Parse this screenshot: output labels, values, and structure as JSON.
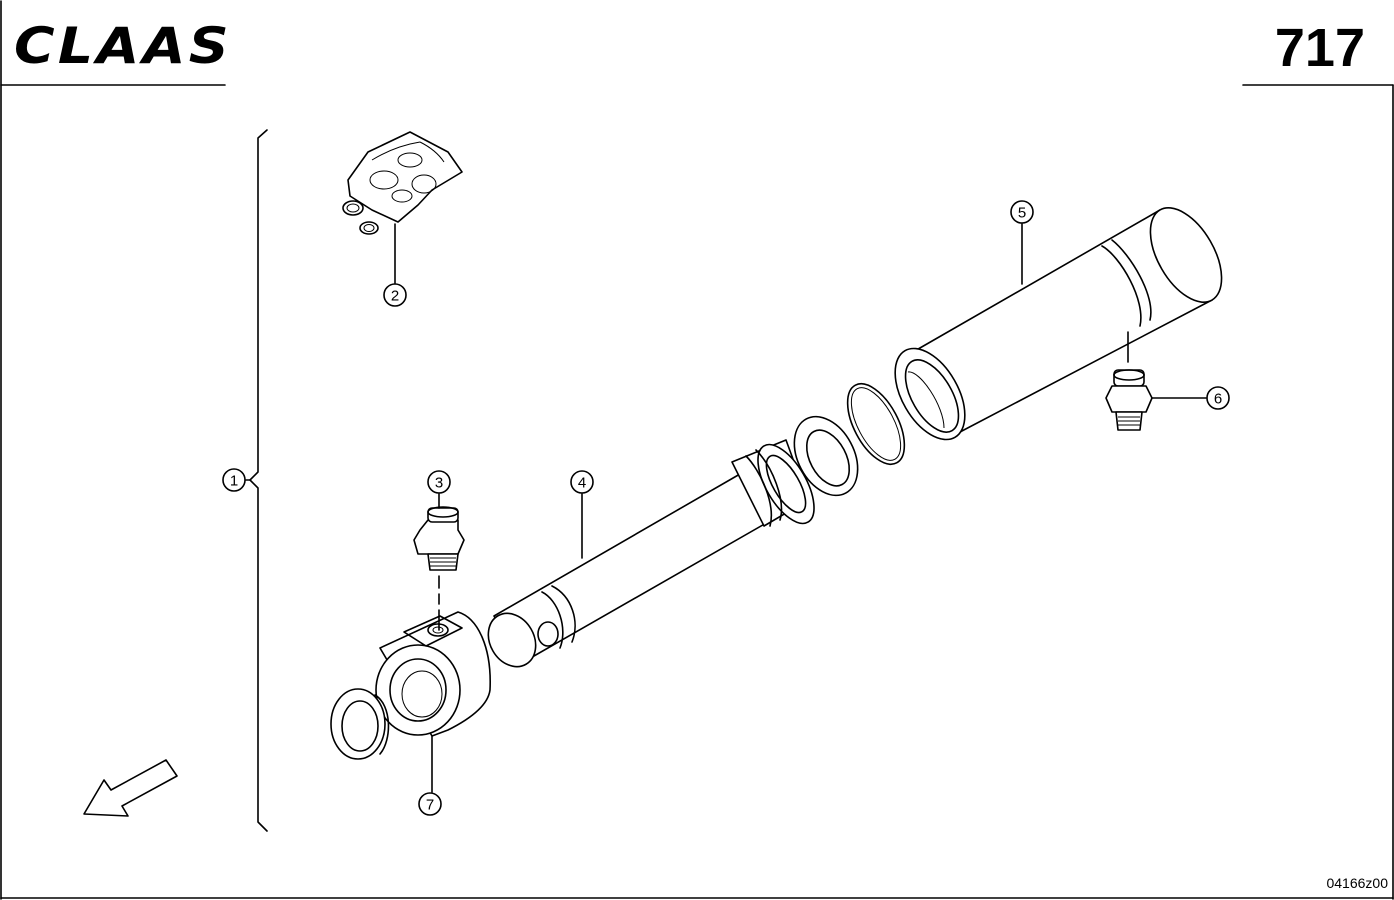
{
  "header": {
    "brand": "CLAAS",
    "page_number": "717"
  },
  "footer": {
    "drawing_number": "04166z00"
  },
  "callouts": [
    "1",
    "2",
    "3",
    "4",
    "5",
    "6",
    "7"
  ],
  "colors": {
    "ink": "#000000",
    "paper": "#ffffff"
  }
}
